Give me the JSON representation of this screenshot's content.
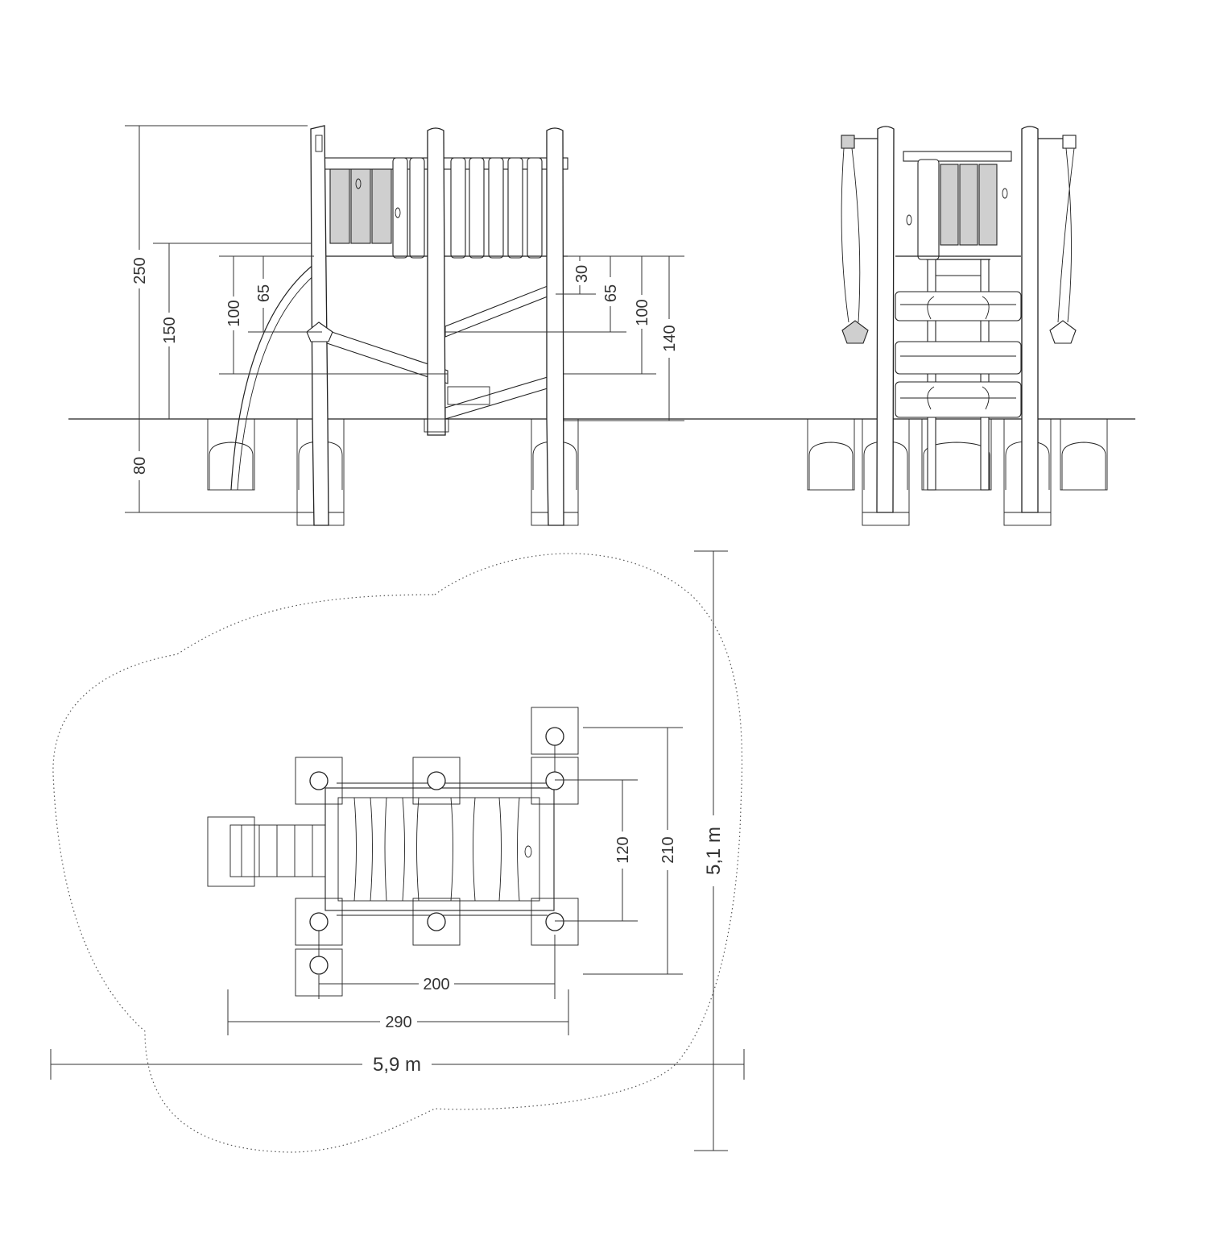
{
  "side_view": {
    "dimensions": {
      "height_total": "250",
      "platform_height": "150",
      "step_lower": "100",
      "step_upper": "65",
      "footing_depth": "80",
      "small_gap": "30",
      "right_upper": "65",
      "right_mid": "100",
      "right_total": "140"
    }
  },
  "plan_view": {
    "dimensions": {
      "inner_depth": "120",
      "outer_depth": "210",
      "post_span": "200",
      "total_width": "290"
    },
    "safety_zone": {
      "width": "5,9 m",
      "depth": "5,1 m"
    }
  }
}
